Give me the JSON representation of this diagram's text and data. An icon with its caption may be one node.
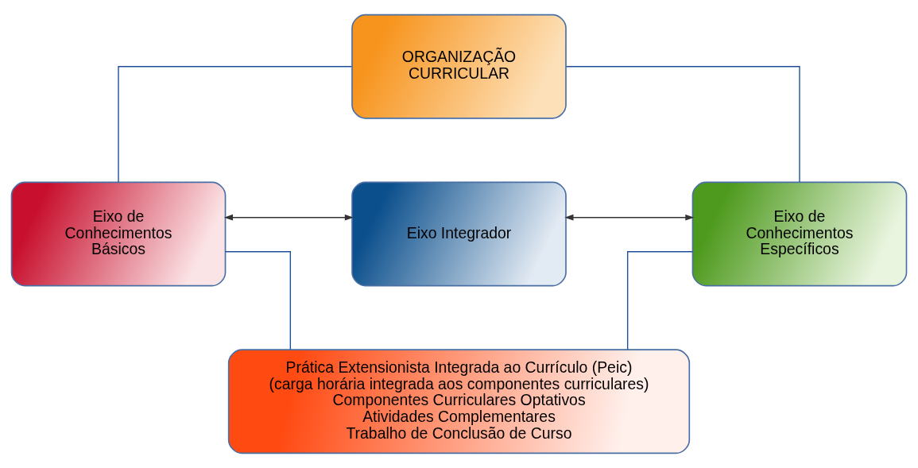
{
  "diagram": {
    "nodes": [
      {
        "text": [
          "ORGANIZAÇÃO CURRICULAR"
        ]
      },
      {
        "text": [
          "Eixo de Conhecimentos Básicos"
        ]
      },
      {
        "text": [
          "Eixo Integrador"
        ]
      },
      {
        "text": [
          "Eixo de Conhecimentos Específicos"
        ]
      },
      {
        "text": [
          "Prática Extensionista Integrada ao Currículo (Peic) (carga horária integrada aos componentes curriculares)",
          "Componentes Curriculares Optativos",
          "Atividades Complementares",
          "Trabalho de Conclusão de Curso"
        ]
      }
    ],
    "edges": [
      {
        "from": 0,
        "to": 1,
        "arrow": "none"
      },
      {
        "from": 0,
        "to": 3,
        "arrow": "none"
      },
      {
        "from": 1,
        "to": 2,
        "arrow": "both",
        "color": "#333333"
      },
      {
        "from": 2,
        "to": 3,
        "arrow": "both",
        "color": "#333333"
      },
      {
        "from": 1,
        "to": 4,
        "arrow": "none"
      },
      {
        "from": 3,
        "to": 4,
        "arrow": "none"
      }
    ]
  }
}
